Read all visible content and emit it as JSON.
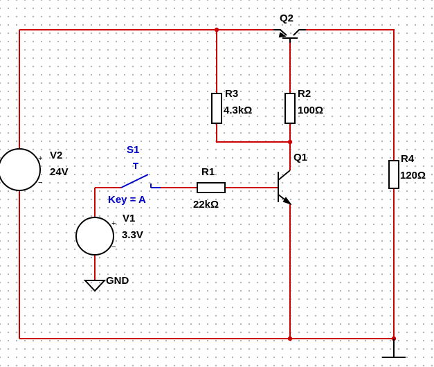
{
  "components": {
    "q2": {
      "name": "Q2"
    },
    "q1": {
      "name": "Q1"
    },
    "r3": {
      "name": "R3",
      "value": "4.3kΩ"
    },
    "r2": {
      "name": "R2",
      "value": "100Ω"
    },
    "r1": {
      "name": "R1",
      "value": "22kΩ"
    },
    "r4": {
      "name": "R4",
      "value": "120Ω"
    },
    "v2": {
      "name": "V2",
      "value": "24V"
    },
    "v1": {
      "name": "V1",
      "value": "3.3V"
    },
    "s1": {
      "name": "S1",
      "key": "Key = A"
    },
    "gnd": {
      "name": "GND"
    }
  },
  "colors": {
    "wire": "#cc0000",
    "component": "#000000",
    "switch": "#0000cc",
    "junction": "#cc0000"
  }
}
